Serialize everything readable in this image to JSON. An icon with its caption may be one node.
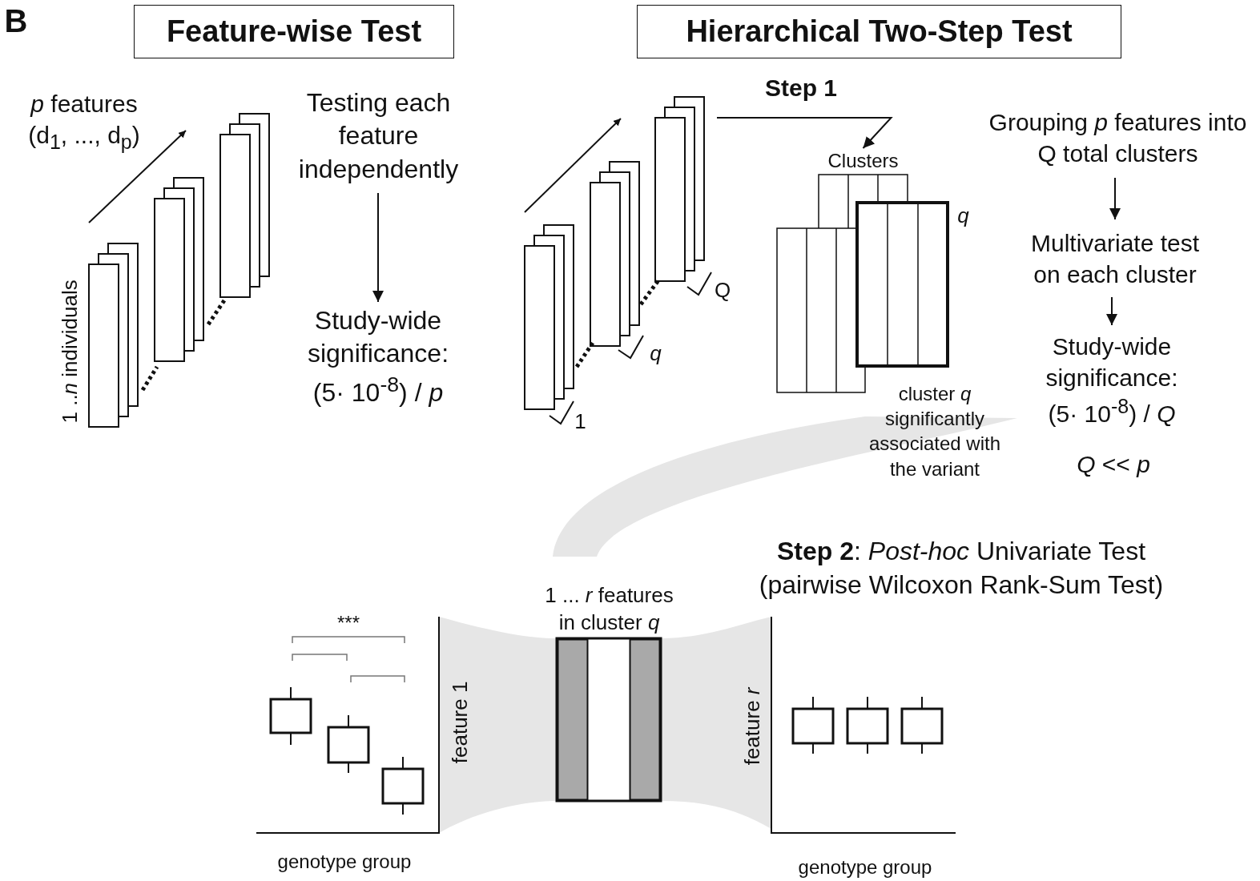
{
  "diagram": {
    "nodes": [
      {
        "text": [
          "Feature-wise Test"
        ]
      },
      {
        "text": [
          "Hierarchical Two-Step Test"
        ]
      },
      {
        "text": [
          "Testing each feature independently"
        ]
      },
      {
        "text": [
          "Study-wide significance: (5· 10$^{-8}$) / *p*"
        ]
      },
      {
        "text": [
          "Grouping *p* features into Q total clusters"
        ]
      },
      {
        "text": [
          "Multivariate test on each cluster"
        ]
      },
      {
        "text": [
          "Study-wide significance: (5· 10$^{-8}$) / *Q*"
        ]
      },
      {
        "text": [],
        "shape": "picture"
      },
      {
        "text": [
          "Clusters"
        ],
        "beside": [
          "q"
        ]
      }
    ],
    "edges": [
      {
        "from": 2,
        "to": 3,
        "arrow": "to"
      },
      {
        "from": 4,
        "to": 5,
        "arrow": "to"
      },
      {
        "from": 5,
        "to": 6,
        "arrow": "to"
      },
      {
        "from": 7,
        "to": 8,
        "arrow": "to"
      }
    ],
    "labels": [
      "B",
      "*p* features (d$_{1}$, ..., d$_{p}$)",
      "1 ..*n* individuals",
      "Step 1",
      "1",
      "q",
      "Q",
      "cluster *q* significantly associated with the variant",
      "*Q* << *p*",
      "**Step 2**: *Post-hoc* Univariate Test (pairwise Wilcoxon Rank-Sum Test)",
      "1 ... *r* features in cluster *q*",
      "***",
      "feature 1",
      "genotype group",
      "feature *r*",
      "genotype group"
    ]
  }
}
